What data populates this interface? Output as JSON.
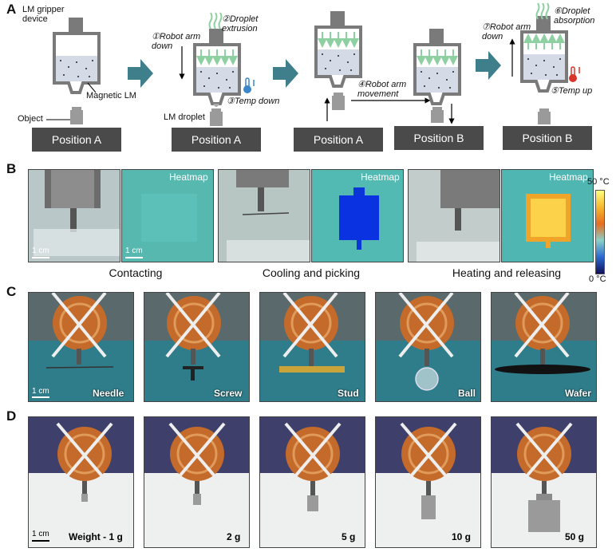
{
  "panels": {
    "a": "A",
    "b": "B",
    "c": "C",
    "d": "D"
  },
  "panel_a": {
    "labels": {
      "gripper": "LM gripper\ndevice",
      "magnetic": "Magnetic LM",
      "object": "Object",
      "droplet": "LM droplet",
      "step1": "①Robot arm\ndown",
      "step2": "②Droplet\nextrusion",
      "step3": "③Temp down",
      "step4": "④Robot arm\nmovement",
      "step5": "⑤Temp up",
      "step6": "⑥Droplet\nabsorption",
      "step7": "⑦Robot arm\ndown"
    },
    "positions": [
      "Position A",
      "Position A",
      "Position A",
      "Position B",
      "Position B"
    ]
  },
  "panel_b": {
    "heatmap_label": "Heatmap",
    "scale": "1 cm",
    "captions": [
      "Contacting",
      "Cooling and picking",
      "Heating and releasing"
    ],
    "colorbar": {
      "max": "50 °C",
      "min": "0 °C"
    }
  },
  "panel_c": {
    "scale": "1 cm",
    "items": [
      "Needle",
      "Screw",
      "Stud",
      "Ball",
      "Wafer"
    ]
  },
  "panel_d": {
    "scale": "1 cm",
    "items": [
      "Weight - 1 g",
      "2 g",
      "5 g",
      "10 g",
      "50 g"
    ]
  },
  "colors": {
    "arrow": "#3f7f8c",
    "position_box": "#4a4a4a",
    "device_grey": "#7a7a7a",
    "liquid": "#d5dbe6",
    "green_arrow": "#9fd6ae",
    "cold": "#3a86c8",
    "hot": "#d9342b"
  }
}
